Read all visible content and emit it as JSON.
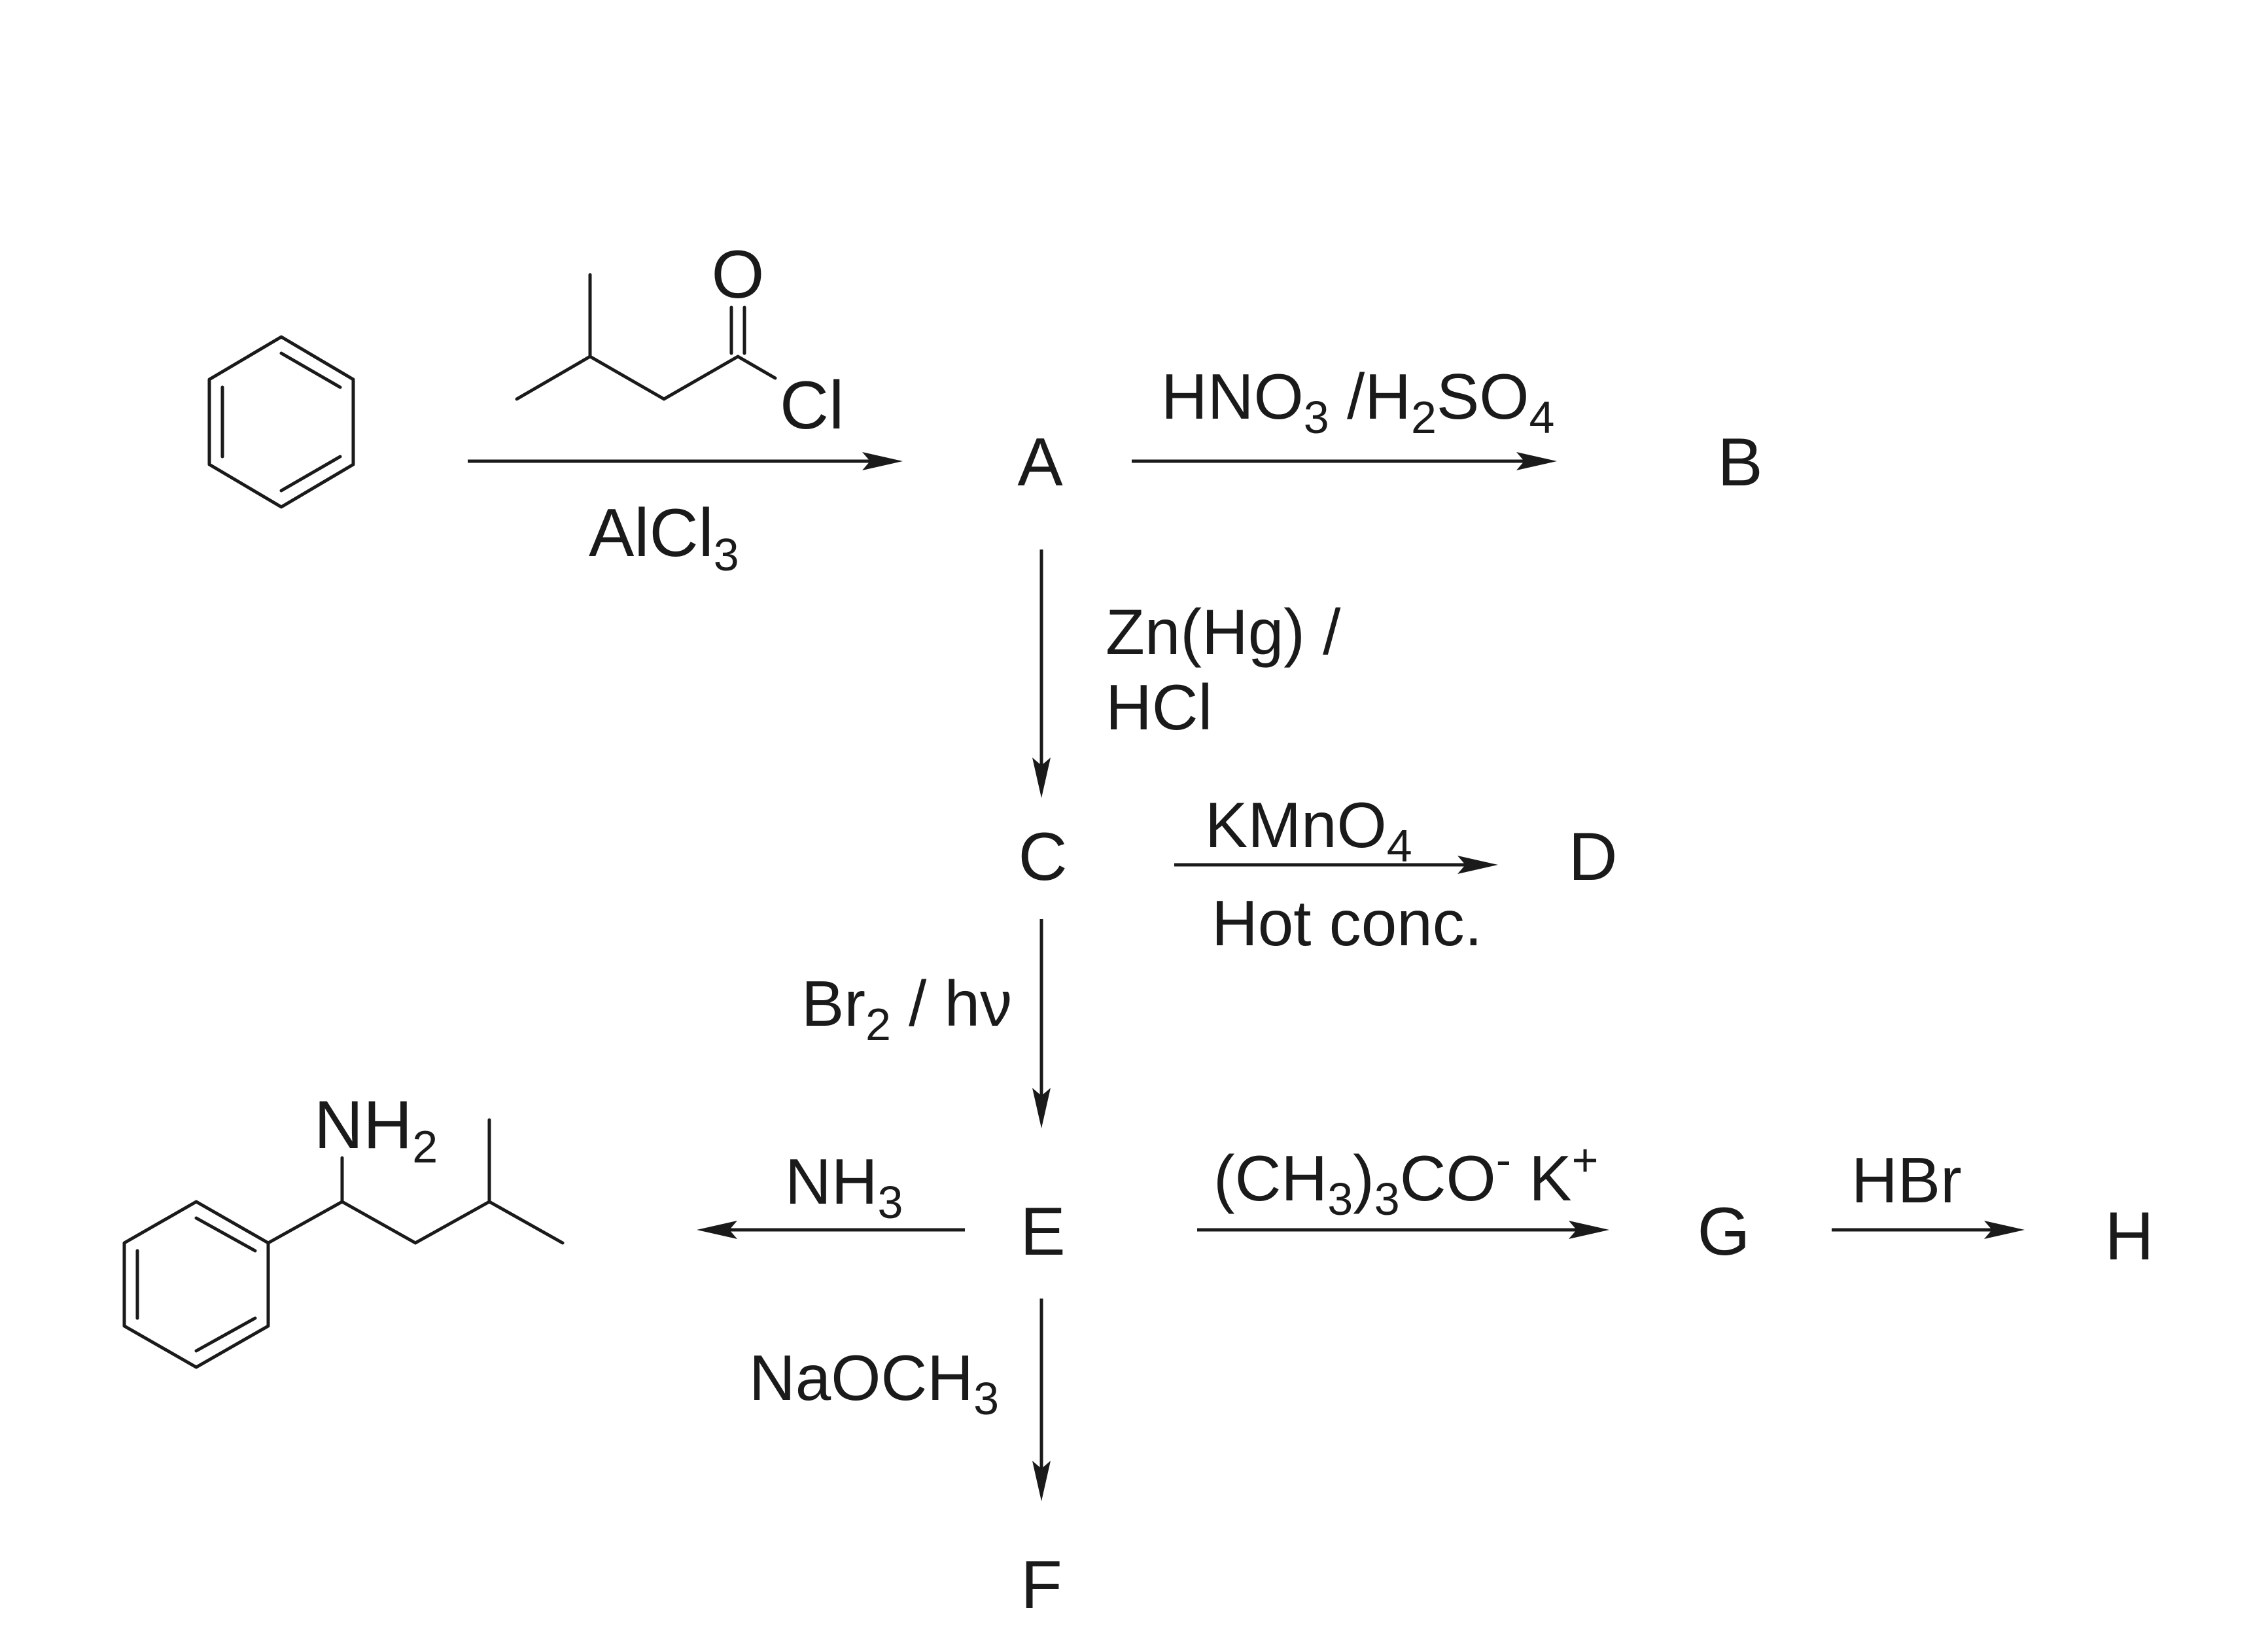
{
  "compounds": {
    "A": "A",
    "B": "B",
    "C": "C",
    "D": "D",
    "E": "E",
    "F": "F",
    "G": "G",
    "H": "H"
  },
  "atoms": {
    "O": "O",
    "Cl": "Cl",
    "NH": "NH",
    "NH_sub": "2"
  },
  "reagents": {
    "step1": {
      "main": "AlCl",
      "sub": "3"
    },
    "step2": {
      "p1": "HNO",
      "s1": "3",
      "p2": " /H",
      "s2": "2",
      "p3": "SO",
      "s3": "4"
    },
    "step3": {
      "line1": "Zn(Hg) /",
      "line2": "HCl"
    },
    "step4": {
      "top_main": "KMnO",
      "top_sub": "4",
      "bottom": "Hot conc."
    },
    "step5": {
      "main": "Br",
      "sub": "2",
      "rest": " / hν"
    },
    "step6": {
      "main": "NH",
      "sub": "3"
    },
    "step7": {
      "p1": "(CH",
      "s1": "3",
      "p2": ")",
      "s2": "3",
      "p3": "CO",
      "sup1": "-",
      "p4": " K",
      "sup2": "+"
    },
    "step8": {
      "main": "HBr"
    },
    "step9": {
      "main": "NaOCH",
      "sub": "3"
    }
  }
}
